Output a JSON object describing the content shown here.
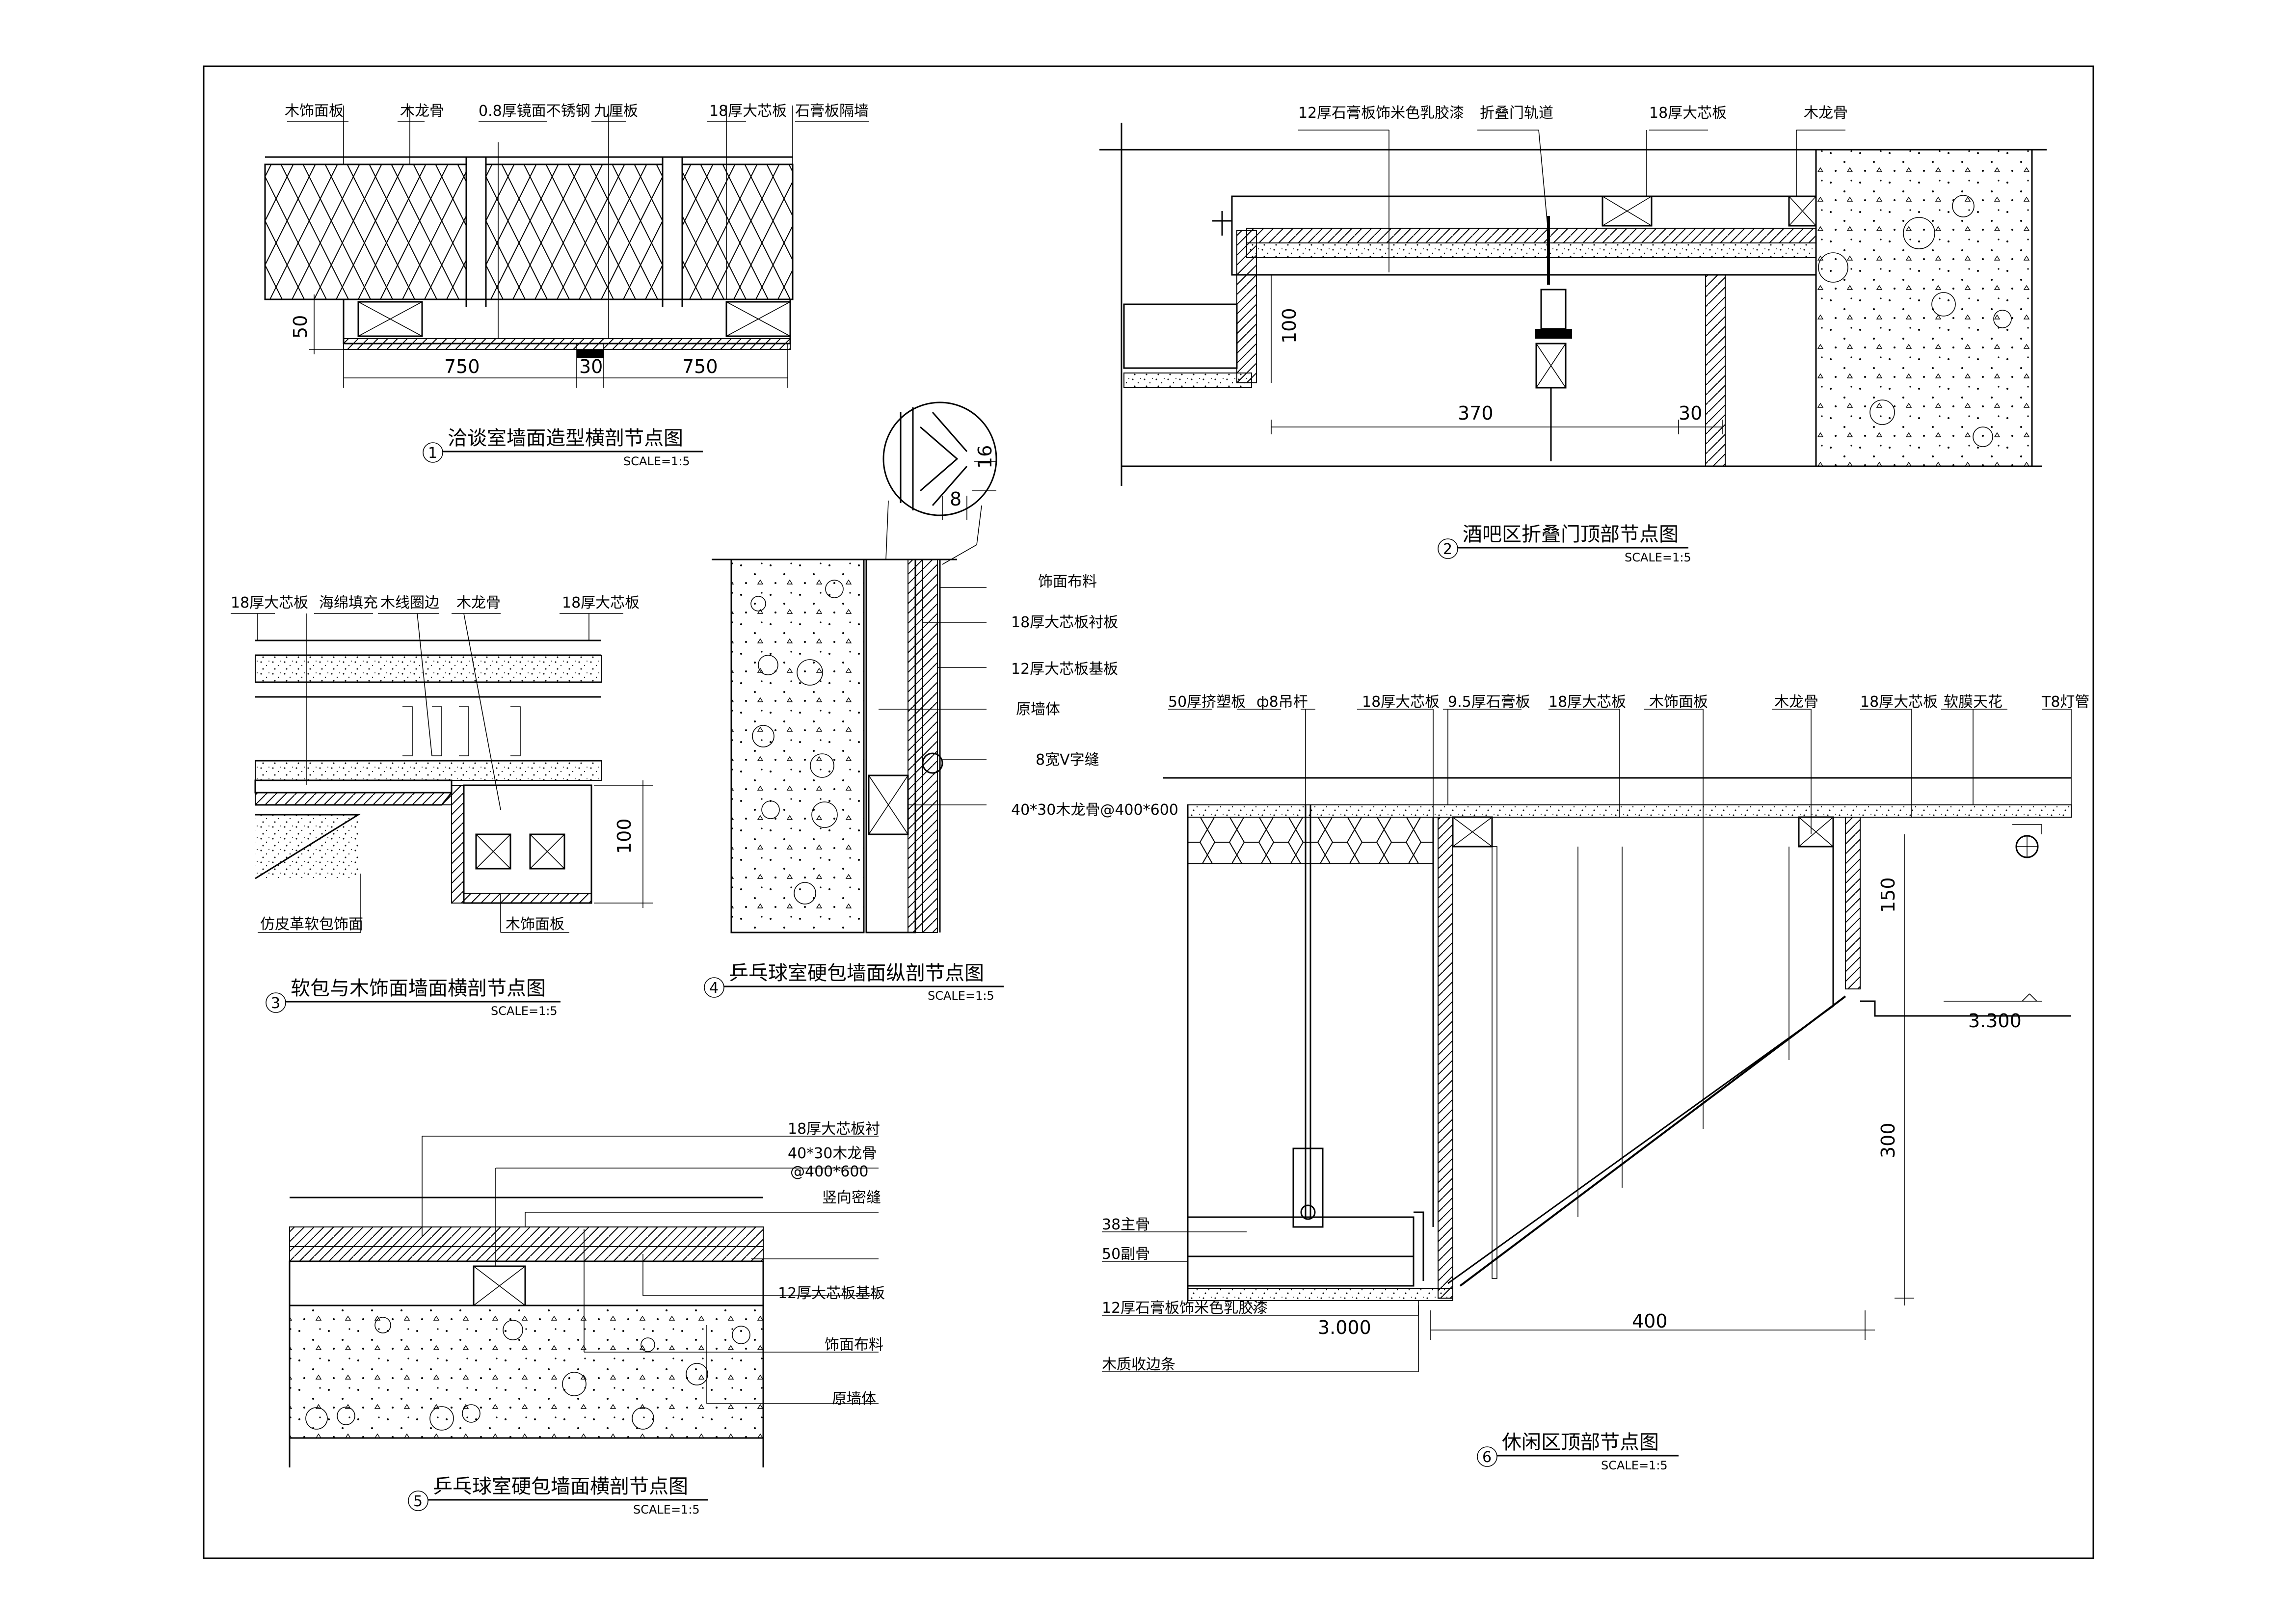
{
  "sheet": {
    "title": "节点详图"
  },
  "details": {
    "d1": {
      "number": "1",
      "title": "洽谈室墙面造型横剖节点图",
      "scale": "SCALE=1:5",
      "labels": [
        "木饰面板",
        "木龙骨",
        "0.8厚镜面不锈钢",
        "九厘板",
        "18厚大芯板",
        "石膏板隔墙"
      ],
      "dims": [
        "750",
        "30",
        "750",
        "50"
      ]
    },
    "d2": {
      "number": "2",
      "title": "酒吧区折叠门顶部节点图",
      "scale": "SCALE=1:5",
      "labels": [
        "12厚石膏板饰米色乳胶漆",
        "折叠门轨道",
        "18厚大芯板",
        "木龙骨"
      ],
      "dims": [
        "370",
        "30",
        "100"
      ]
    },
    "d3": {
      "number": "3",
      "title": "软包与木饰面墙面横剖节点图",
      "scale": "SCALE=1:5",
      "labels": [
        "18厚大芯板",
        "海绵填充",
        "木线圈边",
        "木龙骨",
        "18厚大芯板",
        "仿皮革软包饰面",
        "木饰面板"
      ],
      "dims": [
        "100"
      ]
    },
    "d4": {
      "number": "4",
      "title": "乒乓球室硬包墙面纵剖节点图",
      "scale": "SCALE=1:5",
      "labels": [
        "饰面布料",
        "18厚大芯板衬板",
        "12厚大芯板基板",
        "原墙体",
        "8宽V字缝",
        "40*30木龙骨@400*600"
      ],
      "dims": [
        "16",
        "8"
      ]
    },
    "d5": {
      "number": "5",
      "title": "乒乓球室硬包墙面横剖节点图",
      "scale": "SCALE=1:5",
      "labels": [
        "18厚大芯板衬",
        "40*30木龙骨",
        "@400*600",
        "竖向密缝",
        "12厚大芯板基板",
        "饰面布料",
        "原墙体"
      ]
    },
    "d6": {
      "number": "6",
      "title": "休闲区顶部节点图",
      "scale": "SCALE=1:5",
      "labels": [
        "50厚挤塑板",
        "ф8吊杆",
        "18厚大芯板",
        "9.5厚石膏板",
        "18厚大芯板",
        "木饰面板",
        "木龙骨",
        "18厚大芯板",
        "软膜天花",
        "T8灯管",
        "38主骨",
        "50副骨",
        "12厚石膏板饰米色乳胶漆",
        "木质收边条"
      ],
      "dims": [
        "150",
        "300",
        "400"
      ],
      "levels": [
        "3.300",
        "3.000"
      ]
    }
  }
}
